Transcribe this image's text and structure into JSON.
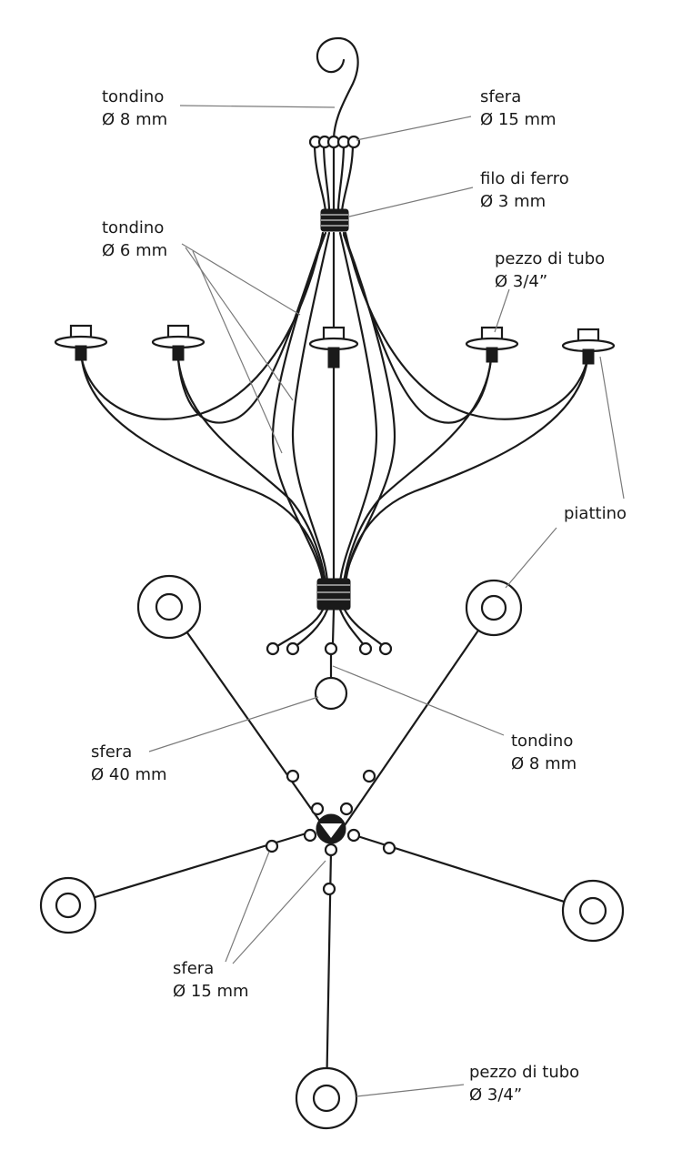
{
  "labels": {
    "tondino_8_top": [
      "tondino",
      "Ø 8 mm"
    ],
    "sfera_15_top": [
      "sfera",
      "Ø 15 mm"
    ],
    "filo_di_ferro": [
      "filo di ferro",
      "Ø 3 mm"
    ],
    "tondino_6": [
      "tondino",
      "Ø 6 mm"
    ],
    "pezzo_di_tubo_top": [
      "pezzo di tubo",
      "Ø 3/4”"
    ],
    "piattino": [
      "piattino"
    ],
    "sfera_40": [
      "sfera",
      "Ø 40 mm"
    ],
    "tondino_8_bottom": [
      "tondino",
      "Ø 8 mm"
    ],
    "sfera_15_bottom": [
      "sfera",
      "Ø 15 mm"
    ],
    "pezzo_di_tubo_bottom": [
      "pezzo di tubo",
      "Ø 3/4”"
    ]
  }
}
